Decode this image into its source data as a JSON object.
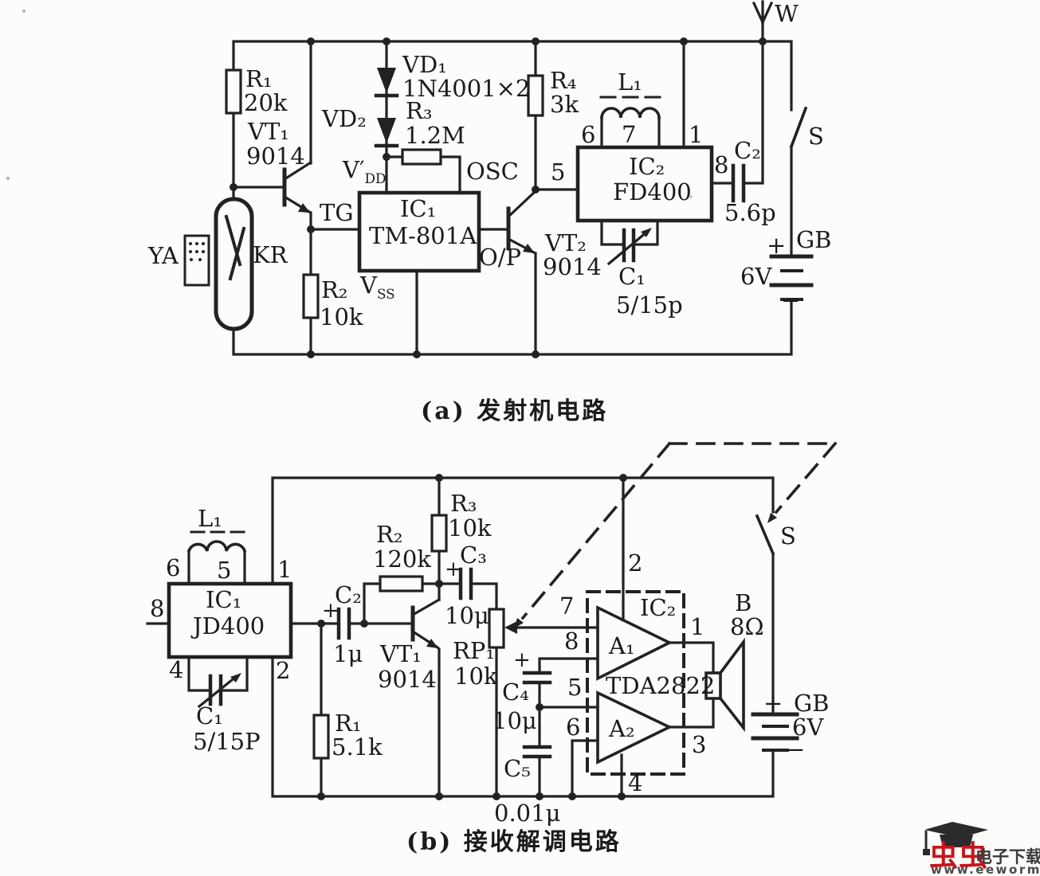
{
  "page": {
    "background": "#fcfcfa",
    "ink": "#222222"
  },
  "circuit_a": {
    "caption": "(a) 发射机电路",
    "labels": {
      "r1": "R₁",
      "r1_value": "20k",
      "vt1": "VT₁",
      "vt1_value": "9014",
      "vd1": "VD₁",
      "vd1_value": "1N4001×2",
      "vd2": "VD₂",
      "r3": "R₃",
      "r3_value": "1.2M",
      "vdd_main": "V′",
      "vdd_sub": "DD",
      "osc": "OSC",
      "tg": "TG",
      "ic1": "IC₁",
      "ic1_value": "TM-801A",
      "op": "O/P",
      "vss_main": "V",
      "vss_sub": "SS",
      "r2": "R₂",
      "r2_value": "10k",
      "ya": "YA",
      "kr": "KR",
      "r4": "R₄",
      "r4_value": "3k",
      "l1": "L₁",
      "pin6": "6",
      "pin7": "7",
      "pin1": "1",
      "pin5": "5",
      "pin8": "8",
      "ic2": "IC₂",
      "ic2_value": "FD400",
      "c2": "C₂",
      "c2_value": "5.6p",
      "vt2": "VT₂",
      "vt2_value": "9014",
      "c1": "C₁",
      "c1_value": "5/15p",
      "s": "S",
      "w": "W",
      "bat_plus": "+",
      "bat_minus": "−",
      "bat_name": "GB",
      "bat_value": "6V"
    }
  },
  "circuit_b": {
    "caption": "(b) 接收解调电路",
    "labels": {
      "l1": "L₁",
      "pin6": "6",
      "pin5": "5",
      "pin1": "1",
      "pin8": "8",
      "pin4": "4",
      "pin2": "2",
      "ic1": "IC₁",
      "ic1_value": "JD400",
      "c1": "C₁",
      "c1_value": "5/15P",
      "c2": "C₂",
      "c2_value": "1μ",
      "c2_plus": "+",
      "r1": "R₁",
      "r1_value": "5.1k",
      "r2": "R₂",
      "r2_value": "120k",
      "vt1": "VT₁",
      "vt1_value": "9014",
      "r3": "R₃",
      "r3_value": "10k",
      "c3": "C₃",
      "c3_value": "10μ",
      "c3_plus": "+",
      "rp1": "RP₁",
      "rp1_value": "10k",
      "c4": "C₄",
      "c4_value": "10μ",
      "c4_plus": "+",
      "c5": "C₅",
      "c5_value": "0.01μ",
      "ic2": "IC₂",
      "ic2_value": "TDA2822",
      "a1": "A₁",
      "a2": "A₂",
      "ic2_pin7": "7",
      "ic2_pin8": "8",
      "ic2_pin5": "5",
      "ic2_pin6": "6",
      "ic2_pin2": "2",
      "ic2_pin1": "1",
      "ic2_pin3": "3",
      "ic2_pin4": "4",
      "spk": "B",
      "spk_value": "8Ω",
      "s": "S",
      "bat_plus": "+",
      "bat_minus": "−",
      "bat_name": "GB",
      "bat_value": "6V"
    }
  },
  "watermark": {
    "brand": "虫虫",
    "site": "电子下载站",
    "url": "www.eeworm.com",
    "brand_color": "#c5161d",
    "text_color": "#3a3a3a"
  }
}
